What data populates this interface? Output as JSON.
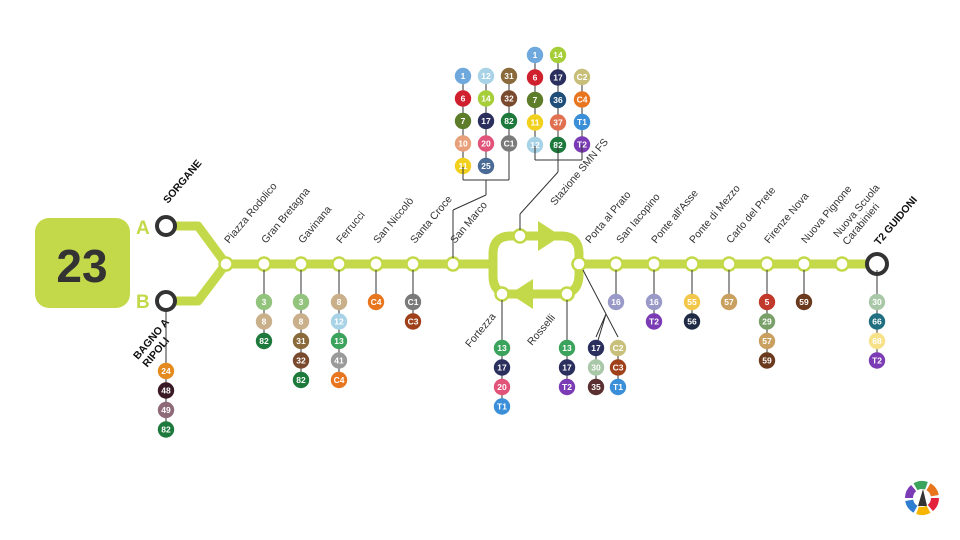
{
  "line": {
    "number": "23",
    "color": "#C4D94A",
    "badge_color": "#C4D94A",
    "text_color": "#333333"
  },
  "terminals": [
    {
      "letter": "A",
      "name": "SORGANE"
    },
    {
      "letter": "B",
      "name": "BAGNO A RIPOLI"
    },
    {
      "letter": "",
      "name": "T2 GUIDONI"
    }
  ],
  "stops": [
    {
      "name": "Piazza Rodolico",
      "connections": []
    },
    {
      "name": "Gran Bretagna",
      "connections": [
        "3",
        "8",
        "82"
      ]
    },
    {
      "name": "Gavinana",
      "connections": [
        "3",
        "8",
        "31",
        "32",
        "82"
      ]
    },
    {
      "name": "Ferrucci",
      "connections": [
        "8",
        "12",
        "13",
        "41",
        "C4"
      ]
    },
    {
      "name": "San Niccolò",
      "connections": [
        "C4"
      ]
    },
    {
      "name": "Santa Croce",
      "connections": [
        "C1",
        "C3"
      ]
    },
    {
      "name": "San Marco",
      "connections": [
        "1",
        "6",
        "7",
        "10",
        "11",
        "12",
        "14",
        "17",
        "20",
        "25",
        "31",
        "32",
        "82",
        "C1"
      ]
    },
    {
      "name": "Stazione SMN FS",
      "connections": [
        "1",
        "6",
        "7",
        "11",
        "12",
        "14",
        "17",
        "36",
        "37",
        "82",
        "C2",
        "C4",
        "T1",
        "T2"
      ]
    },
    {
      "name": "Fortezza",
      "connections": [
        "13",
        "17",
        "20",
        "T1"
      ]
    },
    {
      "name": "Rosselli",
      "connections": [
        "13",
        "17",
        "T2"
      ]
    },
    {
      "name": "Porta al Prato",
      "connections": [
        "17",
        "30",
        "35",
        "C2",
        "C3",
        "T1"
      ]
    },
    {
      "name": "San Iacopino",
      "connections": [
        "16"
      ]
    },
    {
      "name": "Ponte all'Asse",
      "connections": [
        "16",
        "T2"
      ]
    },
    {
      "name": "Ponte di Mezzo",
      "connections": [
        "55",
        "56"
      ]
    },
    {
      "name": "Carlo del Prete",
      "connections": [
        "57"
      ]
    },
    {
      "name": "Firenze Nova",
      "connections": [
        "5",
        "29",
        "57",
        "59"
      ]
    },
    {
      "name": "Nuova Pignone",
      "connections": [
        "59"
      ]
    },
    {
      "name": "Nuova Scuola Carabinieri",
      "connections": []
    },
    {
      "name": "T2 GUIDONI",
      "connections": [
        "30",
        "66",
        "68",
        "T2"
      ]
    }
  ],
  "branch_b_connections": [
    "24",
    "48",
    "49",
    "82"
  ],
  "route_colors": {
    "1": "#6FA8DC",
    "3": "#93C47D",
    "5": "#C0392B",
    "6": "#D0202E",
    "7": "#5E7D2A",
    "8": "#C9B08A",
    "10": "#E8A07A",
    "11": "#F2D01E",
    "12": "#A8D3E6",
    "13": "#3BA35C",
    "14": "#A6CE39",
    "16": "#9A9AC8",
    "17": "#2B2F5E",
    "20": "#E2537A",
    "24": "#E48A1E",
    "25": "#4A6B96",
    "29": "#7AA06A",
    "30": "#A9C8A8",
    "31": "#8A6A3A",
    "32": "#7A4A2E",
    "35": "#5A3030",
    "36": "#1F4E79",
    "37": "#E07050",
    "41": "#9A9A9A",
    "48": "#3A1A24",
    "49": "#8E6A78",
    "55": "#F3C84A",
    "56": "#1F2A44",
    "57": "#C9A060",
    "59": "#6B3A1E",
    "66": "#1F6F80",
    "68": "#F7E28A",
    "82": "#1E7A3C",
    "C1": "#7A7A7A",
    "C2": "#C8C07A",
    "C3": "#A0401A",
    "C4": "#E8761E",
    "T1": "#3B8FD9",
    "T2": "#7B3BB5"
  },
  "logo": {
    "name": "firenze-transit-logo"
  }
}
